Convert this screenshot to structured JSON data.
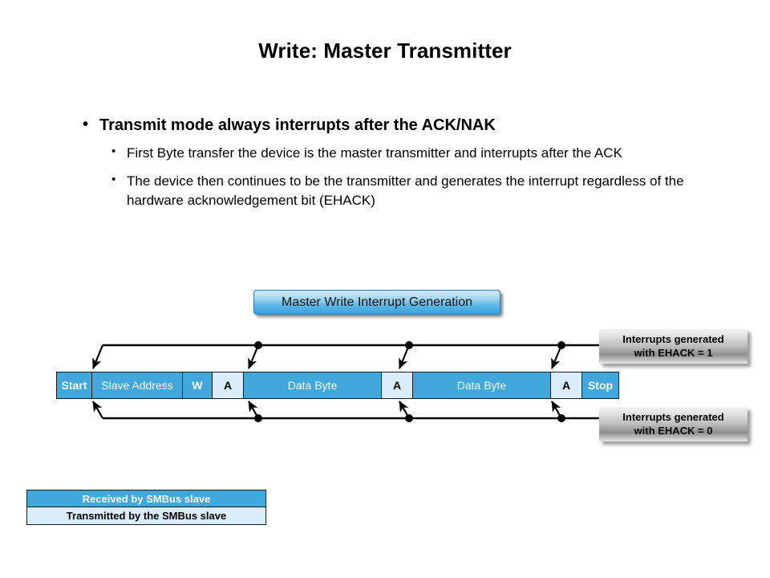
{
  "slide": {
    "title": "Write: Master Transmitter",
    "bullets": [
      {
        "level": 1,
        "text": "Transmit mode always interrupts after the ACK/NAK",
        "marker": "•"
      },
      {
        "level": 2,
        "text": "First Byte transfer the device is the master transmitter and interrupts after the ACK",
        "marker": "•"
      },
      {
        "level": 2,
        "text": "The device then continues to be the transmitter and generates the interrupt regardless of the hardware acknowledgement bit (EHACK)",
        "marker": "•"
      }
    ]
  },
  "diagram": {
    "header_label": "Master Write Interrupt Generation",
    "packet_cells": [
      {
        "label": "Start",
        "kind": "received",
        "width": 44,
        "bold": true
      },
      {
        "label": "Slave Address",
        "kind": "received",
        "width": 113,
        "bold": false
      },
      {
        "label": "W",
        "kind": "received",
        "width": 37,
        "bold": true
      },
      {
        "label": "A",
        "kind": "transmitted",
        "width": 39,
        "bold": true
      },
      {
        "label": "Data Byte",
        "kind": "received",
        "width": 172,
        "bold": false
      },
      {
        "label": "A",
        "kind": "transmitted",
        "width": 39,
        "bold": true
      },
      {
        "label": "Data Byte",
        "kind": "received",
        "width": 172,
        "bold": false
      },
      {
        "label": "A",
        "kind": "transmitted",
        "width": 39,
        "bold": true
      },
      {
        "label": "Stop",
        "kind": "received",
        "width": 45,
        "bold": true
      }
    ],
    "callouts": [
      {
        "id": "ehack1",
        "line1": "Interrupts generated",
        "line2": "with EHACK = 1"
      },
      {
        "id": "ehack0",
        "line1": "Interrupts generated",
        "line2": "with EHACK = 0"
      }
    ]
  },
  "legend": {
    "received_label": "Received by  SMBus slave",
    "transmitted_label": "Transmitted by the  SMBus slave"
  },
  "colors": {
    "received_blue": "#41a8dc",
    "transmitted_light_blue": "#d8ecf9",
    "connector_black": "#000000",
    "text_black": "#000000",
    "text_white": "#ffffff"
  }
}
